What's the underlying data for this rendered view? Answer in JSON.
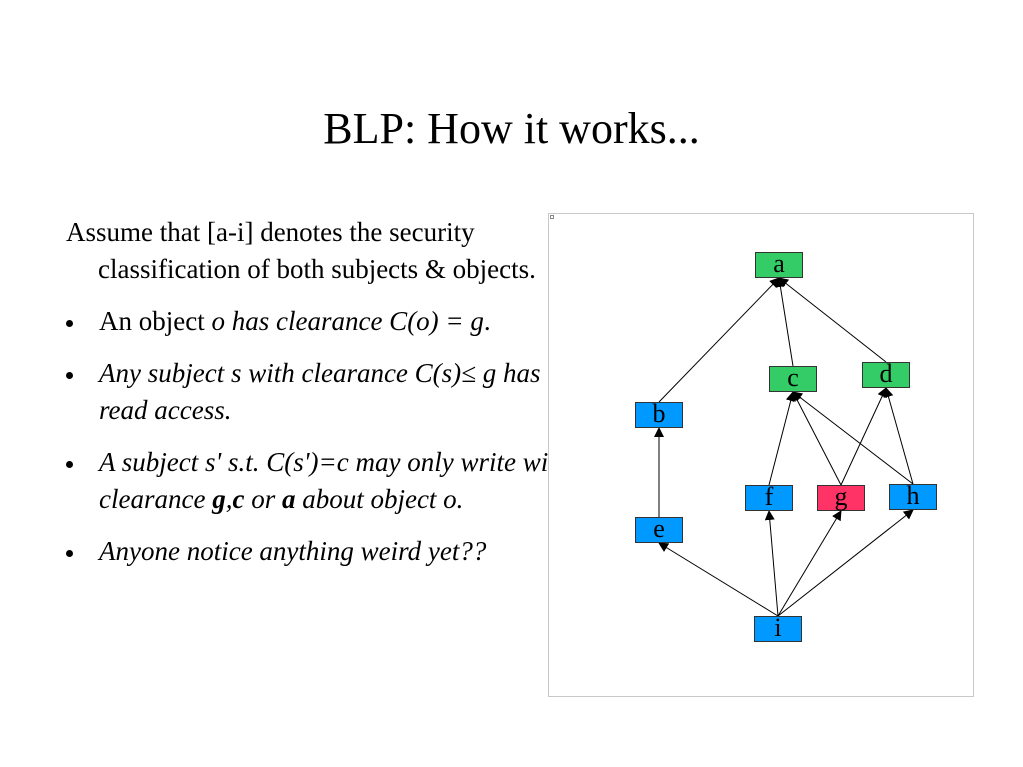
{
  "slide": {
    "title": "BLP: How it works..."
  },
  "content": {
    "intro": "Assume that [a-i] denotes the security classification of both subjects & objects.",
    "bullets": [
      {
        "pre": "An object ",
        "italic": "o has clearance C(o) = g",
        "post": "."
      },
      {
        "italic": "Any subject s with clearance C(s)≤ g has read access."
      },
      {
        "italic_a": "A subject s' s.t. C(s')=c may only write with clearance ",
        "bold_1": "g",
        "sep_1": ",",
        "bold_2": "c",
        "mid": " or ",
        "bold_3": "a",
        "italic_b": " about object o."
      },
      {
        "italic": "Anyone notice anything weird yet??"
      }
    ]
  },
  "lattice": {
    "colors": {
      "green": "#33cc66",
      "blue": "#0099ff",
      "red": "#ff3366"
    },
    "nodes": [
      {
        "id": "a",
        "label": "a",
        "color": "green"
      },
      {
        "id": "b",
        "label": "b",
        "color": "blue"
      },
      {
        "id": "c",
        "label": "c",
        "color": "green"
      },
      {
        "id": "d",
        "label": "d",
        "color": "green"
      },
      {
        "id": "e",
        "label": "e",
        "color": "blue"
      },
      {
        "id": "f",
        "label": "f",
        "color": "blue"
      },
      {
        "id": "g",
        "label": "g",
        "color": "red"
      },
      {
        "id": "h",
        "label": "h",
        "color": "blue"
      },
      {
        "id": "i",
        "label": "i",
        "color": "blue"
      }
    ],
    "edges": [
      {
        "from": "b",
        "to": "a"
      },
      {
        "from": "c",
        "to": "a"
      },
      {
        "from": "d",
        "to": "a"
      },
      {
        "from": "e",
        "to": "b"
      },
      {
        "from": "f",
        "to": "c"
      },
      {
        "from": "g",
        "to": "c"
      },
      {
        "from": "h",
        "to": "c"
      },
      {
        "from": "g",
        "to": "d"
      },
      {
        "from": "h",
        "to": "d"
      },
      {
        "from": "i",
        "to": "e"
      },
      {
        "from": "i",
        "to": "f"
      },
      {
        "from": "i",
        "to": "g"
      },
      {
        "from": "i",
        "to": "h"
      }
    ]
  }
}
